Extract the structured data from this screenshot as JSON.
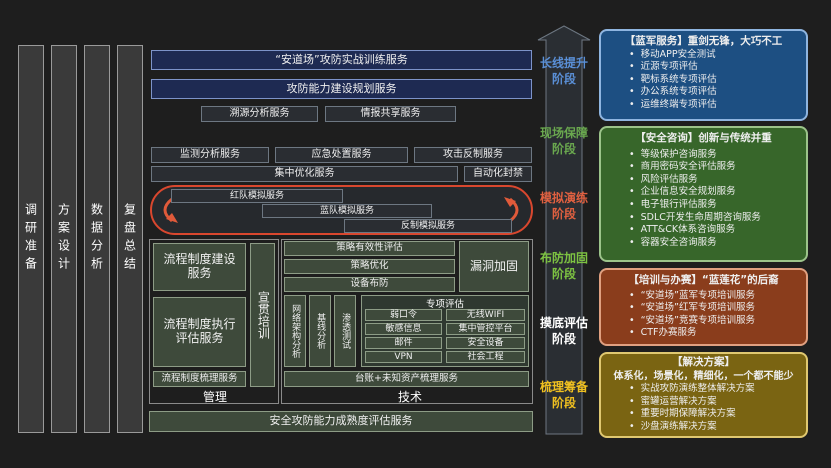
{
  "left_columns": [
    "调研准备",
    "方案设计",
    "数据分析",
    "复盘总结"
  ],
  "top": {
    "service1": "“安道场”攻防实战训练服务",
    "service2": "攻防能力建设规划服务",
    "row3": [
      "溯源分析服务",
      "情报共享服务"
    ],
    "row4": [
      "监测分析服务",
      "应急处置服务",
      "攻击反制服务"
    ],
    "row5": [
      "集中优化服务",
      "自动化封禁"
    ],
    "loop": [
      "红队模拟服务",
      "蓝队模拟服务",
      "反制模拟服务"
    ]
  },
  "management": {
    "build": "流程制度建设服务",
    "exec": "流程制度执行评估服务",
    "promote": "宣贯培训",
    "sort": "流程制度梳理服务",
    "label": "管理"
  },
  "technology": {
    "strategy_eval": "策略有效性评估",
    "strategy_opt": "策略优化",
    "device_deploy": "设备布防",
    "vuln_fix": "漏洞加固",
    "arch": "网络架构分析",
    "baseline": "基线分析",
    "pentest": "渗透测试",
    "special_title": "专项评估",
    "special_items": [
      "弱口令",
      "无线WIFI",
      "敏感信息",
      "集中管控平台",
      "邮件",
      "安全设备",
      "VPN",
      "社会工程"
    ],
    "ledger": "台账+未知资产梳理服务",
    "label": "技术"
  },
  "bottom": "安全攻防能力成熟度评估服务",
  "stages": [
    {
      "text": "长线提升阶段",
      "color": "#5a8fd6"
    },
    {
      "text": "现场保障阶段",
      "color": "#6aa84f"
    },
    {
      "text": "模拟演练阶段",
      "color": "#e06040"
    },
    {
      "text": "布防加固阶段",
      "color": "#7dc242"
    },
    {
      "text": "摸底评估阶段",
      "color": "#ffffff"
    },
    {
      "text": "梳理筹备阶段",
      "color": "#f0c020"
    }
  ],
  "panels": [
    {
      "title": "【蓝军服务】重剑无锋，大巧不工",
      "bg": "#1d4f82",
      "border": "#8fb5e0",
      "items": [
        "移动APP安全测试",
        "近源专项评估",
        "靶标系统专项评估",
        "办公系统专项评估",
        "运维终端专项评估"
      ]
    },
    {
      "title": "【安全咨询】创新与传统并重",
      "bg": "#37662a",
      "border": "#9cc48a",
      "items": [
        "等级保护咨询服务",
        "商用密码安全评估服务",
        "风险评估服务",
        "企业信息安全规划服务",
        "电子银行评估服务",
        "SDLC开发生命周期咨询服务",
        "ATT&CK体系咨询服务",
        "容器安全咨询服务"
      ]
    },
    {
      "title": "【培训与办赛】“蓝莲花”的后裔",
      "bg": "#8a3d1c",
      "border": "#e0a080",
      "items": [
        "“安道场”蓝军专项培训服务",
        "“安道场”红军专项培训服务",
        "“安道场”竞赛专项培训服务",
        "CTF办赛服务"
      ]
    },
    {
      "title": "【解决方案】",
      "subtitle": "体系化，场景化，精细化，一个都不能少",
      "bg": "#7a6412",
      "border": "#e0c870",
      "items": [
        "实战攻防演练整体解决方案",
        "蜜罐运营解决方案",
        "重要时期保障解决方案",
        "沙盘演练解决方案"
      ]
    }
  ]
}
